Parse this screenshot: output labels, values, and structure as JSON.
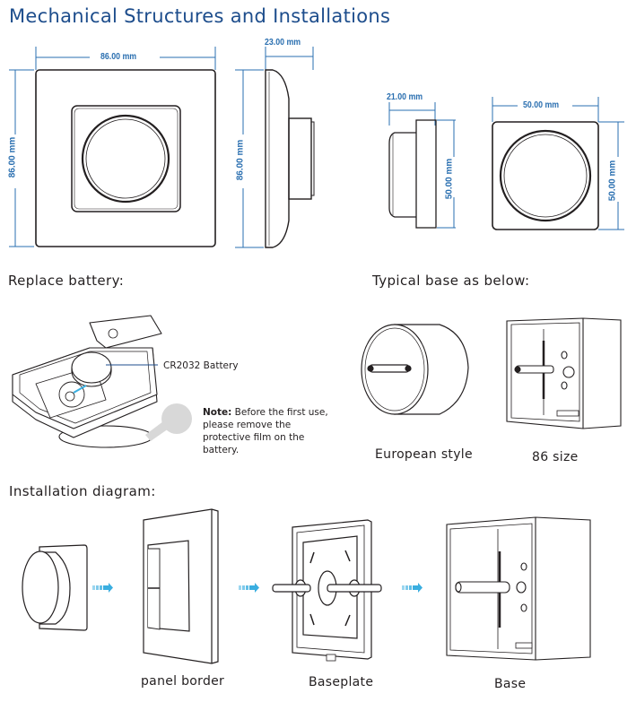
{
  "title": "Mechanical Structures and Installations",
  "colors": {
    "title": "#1d4d8c",
    "dimension": "#2a6fb0",
    "arrow": "#3aaee0",
    "line": "#231f20",
    "film": "#d8d8d8"
  },
  "dimensions": {
    "panel_front_width": "86.00 mm",
    "panel_front_height": "86.00 mm",
    "panel_side_depth": "23.00 mm",
    "panel_side_height": "86.00 mm",
    "module_side_depth": "21.00 mm",
    "module_side_height": "50.00 mm",
    "module_front_width": "50.00 mm",
    "module_front_height": "50.00 mm"
  },
  "battery_section": {
    "heading": "Replace battery:",
    "battery_label": "CR2032 Battery",
    "note_bold": "Note:",
    "note_text": " Before the first use, please remove the protective film on the battery."
  },
  "base_section": {
    "heading": "Typical base as below:",
    "bases": [
      {
        "label": "European style",
        "icon": "round-wall-box-icon"
      },
      {
        "label": "86 size",
        "icon": "square-wall-box-icon"
      }
    ]
  },
  "installation_section": {
    "heading": "Installation diagram:",
    "steps": [
      {
        "label": "",
        "icon": "dimmer-knob-module-icon"
      },
      {
        "label": "panel border",
        "icon": "panel-frame-icon"
      },
      {
        "label": "Baseplate",
        "icon": "baseplate-icon"
      },
      {
        "label": "Base",
        "icon": "wall-box-icon"
      }
    ]
  }
}
